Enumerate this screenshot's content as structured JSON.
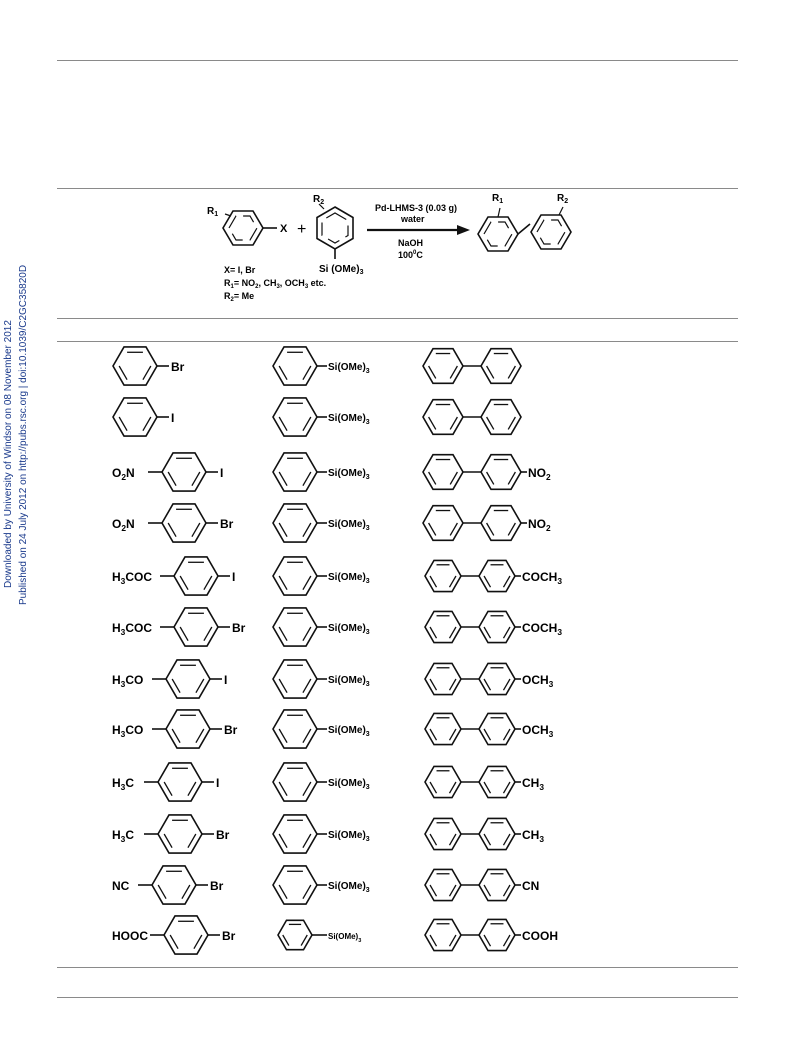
{
  "side_note": {
    "line1": "Downloaded by University of Windsor on 08 November 2012",
    "line2": "Published on 24 July 2012 on http://pubs.rsc.org | doi:10.1039/C2GC35820D",
    "color": "#1a3a8c"
  },
  "scheme": {
    "r1": "R",
    "r1_sub": "1",
    "r2": "R",
    "r2_sub": "2",
    "x": "X",
    "plus": "+",
    "si": "Si (OMe)",
    "si_sub": "3",
    "catalyst": "Pd-LHMS-3 (0.03 g)",
    "solvent": "water",
    "base": "NaOH",
    "temp_num": "100",
    "temp_sup": "0",
    "temp_unit": "C",
    "legend_x": "X= I, Br",
    "legend_r1_a": "R",
    "legend_r1_sub": "1",
    "legend_r1_b": "= NO",
    "legend_r1_sub2": "2",
    "legend_r1_c": ", CH",
    "legend_r1_sub3": "3",
    "legend_r1_d": ", OCH",
    "legend_r1_sub4": "3",
    "legend_r1_e": " etc.",
    "legend_r2_a": "R",
    "legend_r2_sub": "2",
    "legend_r2_b": "= Me"
  },
  "rows": [
    {
      "left": "",
      "halide": "Br",
      "silane": "Si(OMe)",
      "product": ""
    },
    {
      "left": "",
      "halide": "I",
      "silane": "Si(OMe)",
      "product": ""
    },
    {
      "left": "O",
      "halide": "I",
      "silane": "Si(OMe)",
      "product": "NO"
    },
    {
      "left": "O",
      "halide": "Br",
      "silane": "Si(OMe)",
      "product": "NO"
    },
    {
      "left": "H",
      "halide": "I",
      "silane": "Si(OMe)",
      "product": "COCH"
    },
    {
      "left": "H",
      "halide": "Br",
      "silane": "Si(OMe)",
      "product": "COCH"
    },
    {
      "left": "H",
      "halide": "I",
      "silane": "Si(OMe)",
      "product": "OCH"
    },
    {
      "left": "H",
      "halide": "Br",
      "silane": "Si(OMe)",
      "product": "OCH"
    },
    {
      "left": "H",
      "halide": "I",
      "silane": "Si(OMe)",
      "product": "CH"
    },
    {
      "left": "H",
      "halide": "Br",
      "silane": "Si(OMe)",
      "product": "CH"
    },
    {
      "left": "NC",
      "halide": "Br",
      "silane": "Si(OMe)",
      "product": "CN"
    },
    {
      "left": "HOOC",
      "halide": "Br",
      "silane": "Si(OMe)",
      "product": "COOH"
    }
  ],
  "labels": {
    "o2n_a": "O",
    "o2n_sub": "2",
    "o2n_b": "N",
    "h3coc_a": "H",
    "h3coc_sub": "3",
    "h3coc_b": "COC",
    "h3co_a": "H",
    "h3co_sub": "3",
    "h3co_b": "CO",
    "h3c_a": "H",
    "h3c_sub": "3",
    "h3c_b": "C",
    "nc": "NC",
    "hooc": "HOOC",
    "no2_a": "NO",
    "no2_sub": "2",
    "coch3_a": "COCH",
    "coch3_sub": "3",
    "och3_a": "OCH",
    "och3_sub": "3",
    "ch3_a": "CH",
    "ch3_sub": "3",
    "cn": "CN",
    "cooh": "COOH",
    "si_a": "Si(OMe)",
    "si_sub": "3",
    "br": "Br",
    "i": "I"
  }
}
